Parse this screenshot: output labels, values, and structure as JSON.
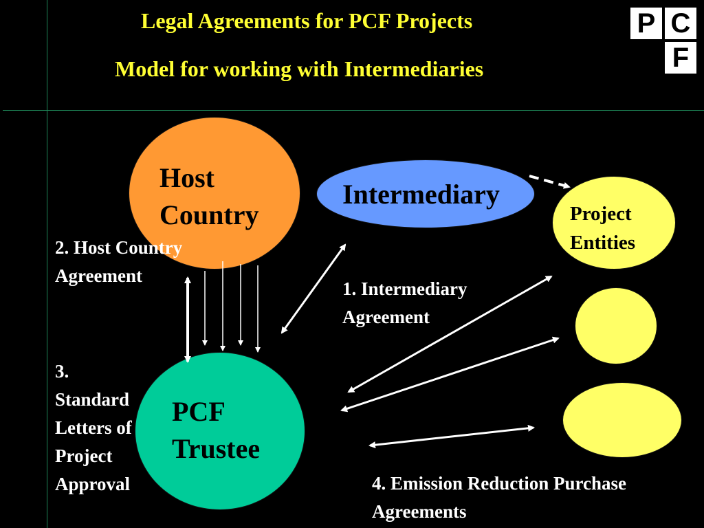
{
  "slide": {
    "title_line1": "Legal Agreements for PCF Projects",
    "title_line2": "Model for working with Intermediaries"
  },
  "logo": {
    "letters": [
      "P",
      "C",
      "F"
    ]
  },
  "nodes": {
    "host_country": {
      "line1": "Host",
      "line2": "Country",
      "color": "#ff9933"
    },
    "pcf_trustee": {
      "line1": "PCF",
      "line2": "Trustee",
      "color": "#00cc99"
    },
    "intermediary": {
      "label": "Intermediary",
      "color": "#6699ff"
    },
    "project_entities": {
      "line1": "Project",
      "line2": "Entities",
      "color": "#ffff66"
    }
  },
  "agreements": {
    "a1": {
      "line1": "1. Intermediary",
      "line2": "Agreement"
    },
    "a2": {
      "line1": "2. Host Country",
      "line2": "Agreement"
    },
    "a3": {
      "line1": "3.",
      "line2": "Standard",
      "line3": "Letters of",
      "line4": "Project",
      "line5": "Approval"
    },
    "a4": {
      "line1": "4. Emission Reduction Purchase",
      "line2": "Agreements"
    }
  },
  "colors": {
    "background": "#000000",
    "title": "#ffff33",
    "rule": "#1f8a5a",
    "arrow": "#ffffff"
  }
}
